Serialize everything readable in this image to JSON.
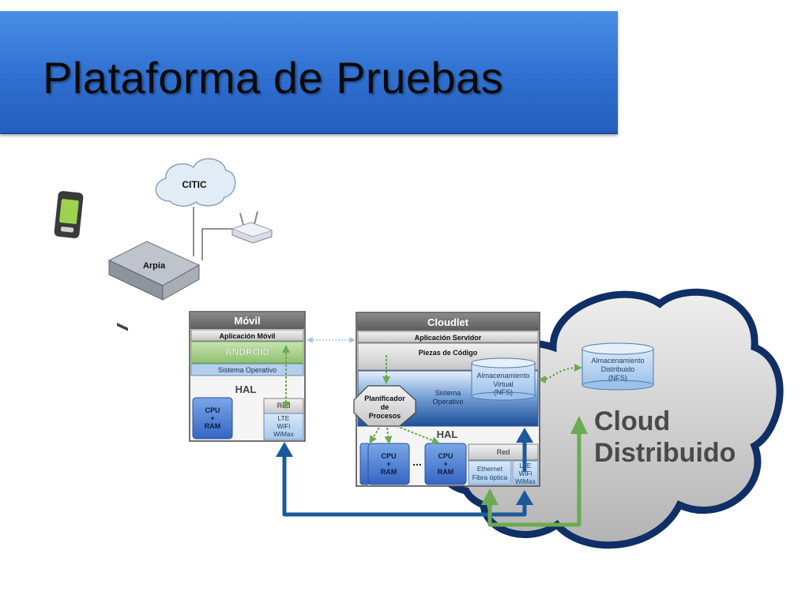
{
  "slide": {
    "title": "Plataforma de Pruebas"
  },
  "topology": {
    "cloud_label": "CITIC",
    "server_label": "Arpia"
  },
  "movil": {
    "header": "Móvil",
    "app": "Aplicación Móvil",
    "os_name": "ANDROID",
    "os": "Sistema Operativo",
    "hal": "HAL",
    "cpu": [
      "CPU",
      "+",
      "RAM"
    ],
    "red": "Red",
    "net": [
      "LTE",
      "WiFi",
      "WiMax"
    ]
  },
  "cloudlet": {
    "header": "Cloudlet",
    "app": "Aplicación Servidor",
    "code": "Piezas de Código",
    "scheduler": [
      "Planificador",
      "de",
      "Procesos"
    ],
    "os": [
      "Sistema",
      "Operativo"
    ],
    "storage": [
      "Almacenamiento",
      "Virtual",
      "(NFS)"
    ],
    "hal": "HAL",
    "cpu": [
      "CPU",
      "+",
      "RAM"
    ],
    "ellipsis": "...",
    "red": "Red",
    "net_wired": [
      "Ethernet",
      "Fibra óptica"
    ],
    "net_wireless": [
      "LTE",
      "WiFi",
      "WiMax"
    ]
  },
  "cloud": {
    "label": [
      "Cloud",
      "Distribuido"
    ],
    "storage": [
      "Almacenamiento",
      "Distribuido",
      "(NFS)"
    ]
  },
  "colors": {
    "banner": "#2f6fd0",
    "green": "#6aab50",
    "dark_blue": "#1a5a9c",
    "cloud_border": "#0f2f66",
    "cloud_fill": "#c9c9c9"
  }
}
